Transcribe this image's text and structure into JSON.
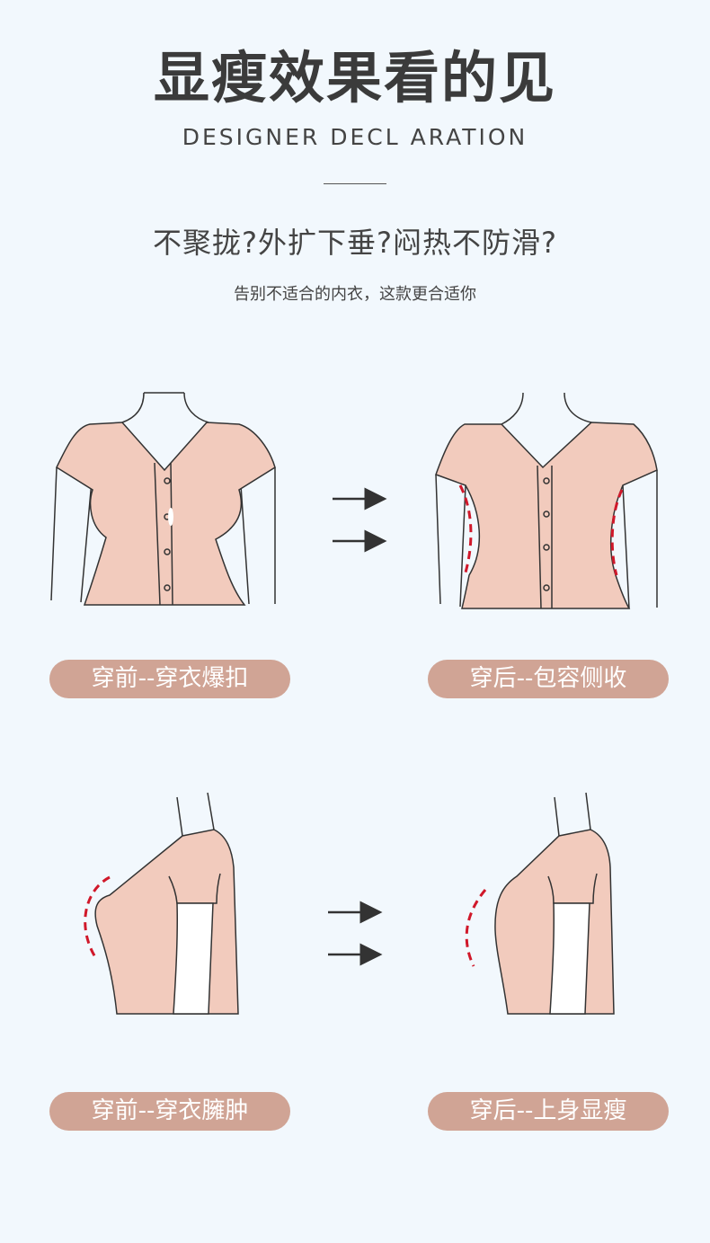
{
  "header": {
    "title": "显瘦效果看的见",
    "subtitle": "DESIGNER DECL ARATION",
    "question": "不聚拢?外扩下垂?闷热不防滑?",
    "note": "告别不适合的内衣，这款更合适你"
  },
  "comparisons": [
    {
      "before_label": "穿前--穿衣爆扣",
      "after_label": "穿后--包容侧收"
    },
    {
      "before_label": "穿前--穿衣臃肿",
      "after_label": "穿后--上身显瘦"
    }
  ],
  "colors": {
    "background": "#f2f8fd",
    "garment": "#f2cbbd",
    "pill": "#d0a495",
    "highlight": "#d0182a"
  }
}
